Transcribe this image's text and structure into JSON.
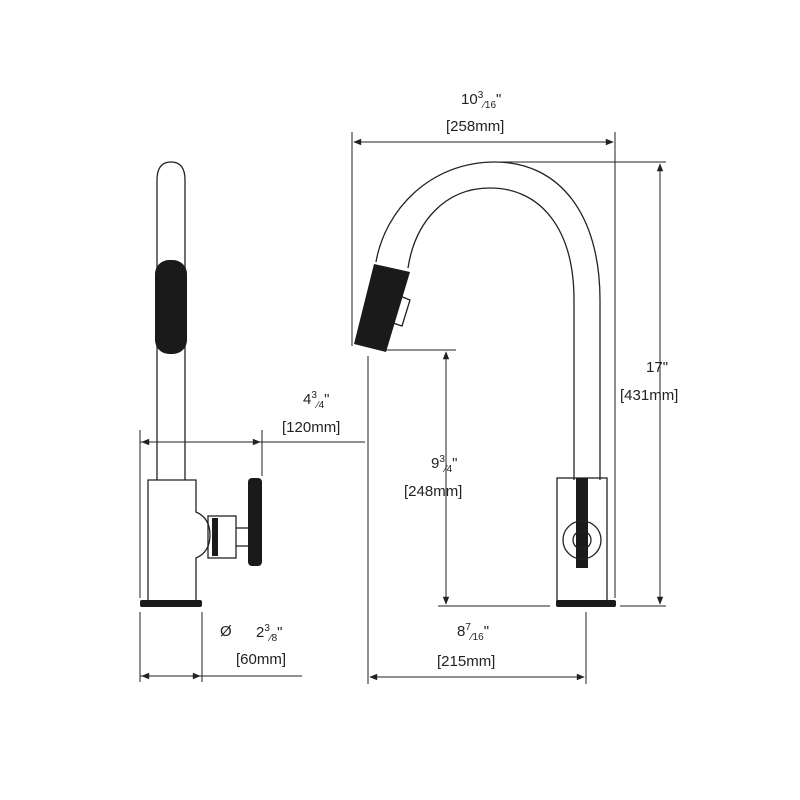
{
  "diagram": {
    "stroke_color": "#222222",
    "knurl_color": "#1a1a1a",
    "dimensions": {
      "overall_width": {
        "whole": "10",
        "num": "3",
        "den": "16",
        "unit": "\"",
        "metric": "[258mm]"
      },
      "overall_height": {
        "whole": "17",
        "unit": "\"",
        "metric": "[431mm]"
      },
      "spout_height": {
        "whole": "9",
        "num": "3",
        "den": "4",
        "unit": "\"",
        "metric": "[248mm]"
      },
      "reach": {
        "whole": "8",
        "num": "7",
        "den": "16",
        "unit": "\"",
        "metric": "[215mm]"
      },
      "handle_projection": {
        "whole": "4",
        "num": "3",
        "den": "4",
        "unit": "\"",
        "metric": "[120mm]"
      },
      "base_diameter": {
        "symbol": "Ø",
        "whole": "2",
        "num": "3",
        "den": "8",
        "unit": "\"",
        "metric": "[60mm]"
      }
    }
  }
}
